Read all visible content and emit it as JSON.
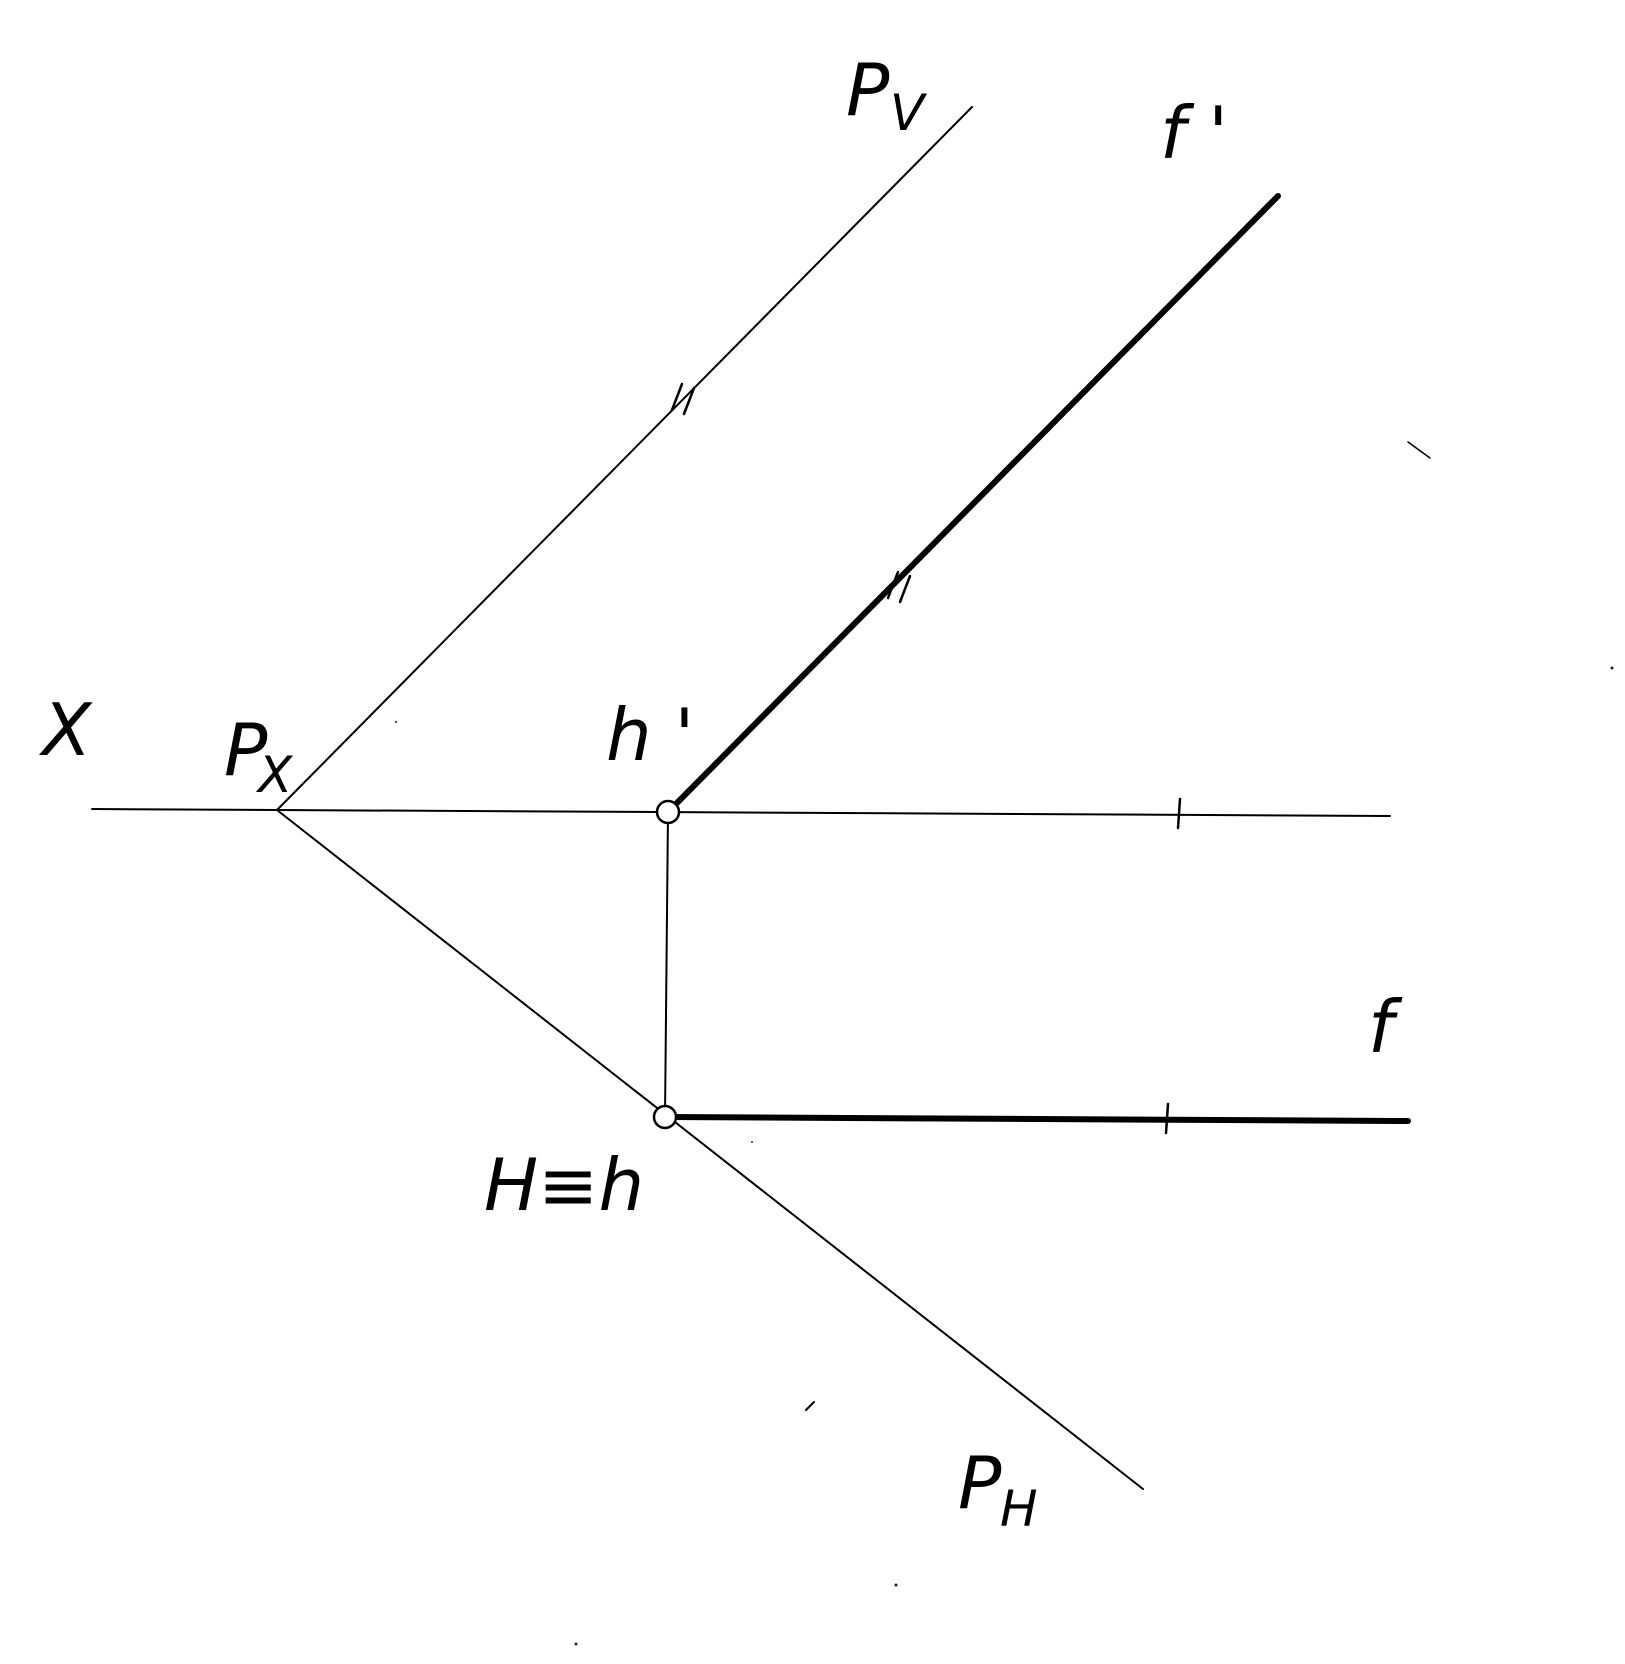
{
  "labels": {
    "x_axis": "X",
    "p_x_main": "P",
    "p_x_sub": "X",
    "p_v_main": "P",
    "p_v_sub": "V",
    "p_h_main": "P",
    "p_h_sub": "H",
    "f_prime": "f '",
    "h_prime": "h '",
    "f": "f",
    "h_point": "H≡h"
  }
}
